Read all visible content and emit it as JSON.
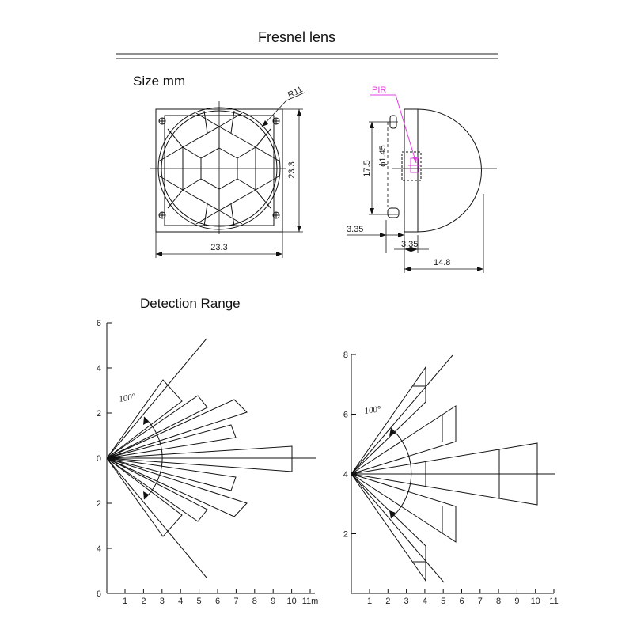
{
  "title": "Fresnel lens",
  "size_section": {
    "heading": "Size mm",
    "front_view": {
      "radius_label": "R11",
      "width_label": "23.3",
      "height_label": "23.3"
    },
    "side_view": {
      "pir_label": "PIR",
      "pin_diameter_label": "ϕ1.45",
      "pin_span_label": "17.5",
      "flange_offset_label": "3.35",
      "flange_width_label": "3.35",
      "depth_label": "14.8"
    }
  },
  "detection_section": {
    "heading": "Detection Range",
    "horizontal_plot": {
      "angle_label": "100°",
      "y_ticks": [
        "6",
        "4",
        "2",
        "0",
        "2",
        "4",
        "6"
      ],
      "x_ticks": [
        "1",
        "2",
        "3",
        "4",
        "5",
        "6",
        "7",
        "8",
        "9",
        "10",
        "11m"
      ]
    },
    "vertical_plot": {
      "angle_label": "100°",
      "y_ticks": [
        "8",
        "6",
        "4",
        "2"
      ],
      "x_ticks": [
        "1",
        "2",
        "3",
        "4",
        "5",
        "6",
        "7",
        "8",
        "9",
        "10",
        "11"
      ]
    }
  },
  "colors": {
    "line": "#111111",
    "pir_accent": "#e040e0"
  }
}
